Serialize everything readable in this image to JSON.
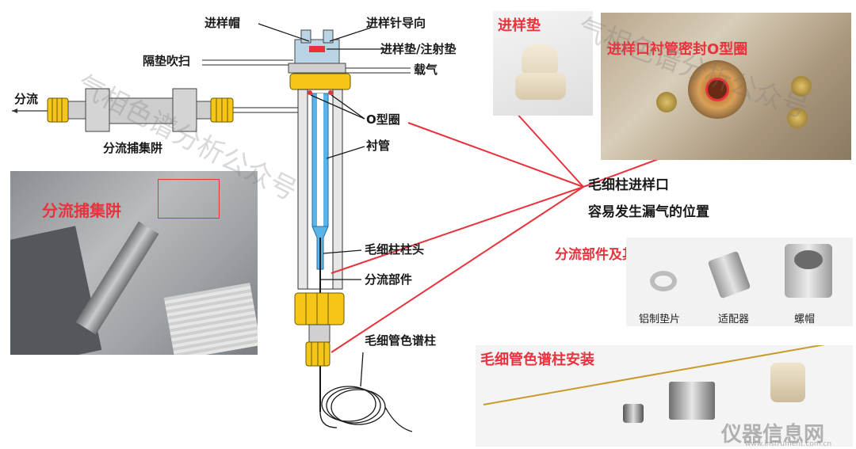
{
  "labels": {
    "septum_cap": "进样帽",
    "needle_guide": "进样针导向",
    "septum": "进样垫/注射垫",
    "purge": "隔垫吹扫",
    "carrier": "载气",
    "split": "分流",
    "split_trap": "分流捕集阱",
    "oring": "O型圈",
    "liner": "衬管",
    "column_head": "毛细柱柱头",
    "split_part": "分流部件",
    "capillary_column": "毛细管色谱柱",
    "inlet_title_1": "毛细柱进样口",
    "inlet_title_2": "容易发生漏气的位置"
  },
  "photos": {
    "split_trap_photo": "分流捕集阱",
    "septum_photo": "进样垫",
    "oring_photo": "进样口衬管密封O型圈",
    "split_parts_title": "分流部件及其密封件",
    "washer": "铝制垫片",
    "adapter": "适配器",
    "nut": "螺帽",
    "column_install": "毛细管色谱柱安装"
  },
  "watermarks": {
    "wm1": "气相色谱分析公众号",
    "wm2": "气相色谱分析公众号",
    "logo": "仪器信息网",
    "logo_url": "www.instrument.com.cn"
  },
  "colors": {
    "accent_red": "#e8333d",
    "brass_yellow": "#f5c518",
    "liner_blue": "#5ab4e8",
    "steel_gray": "#c8c8c8"
  }
}
